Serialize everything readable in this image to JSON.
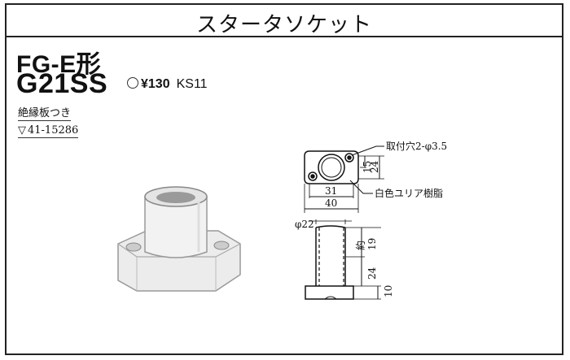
{
  "header": {
    "title": "スタータソケット"
  },
  "product": {
    "model_series": "FG-E形",
    "model_number": "G21SS",
    "price": "¥130",
    "code": "KS11",
    "note": "絶縁板つき",
    "catalog_mark": "▽",
    "catalog_number": "41-15286"
  },
  "drawing": {
    "hole_label": "取付穴2-φ3.5",
    "material_label": "白色ユリア樹脂",
    "dim_31": "31",
    "dim_40": "40",
    "dim_15": "15",
    "dim_24_top": "24",
    "dim_phi22": "φ22",
    "dim_19": "19",
    "dim_approx": "約",
    "dim_24_side": "24",
    "dim_10": "10"
  }
}
